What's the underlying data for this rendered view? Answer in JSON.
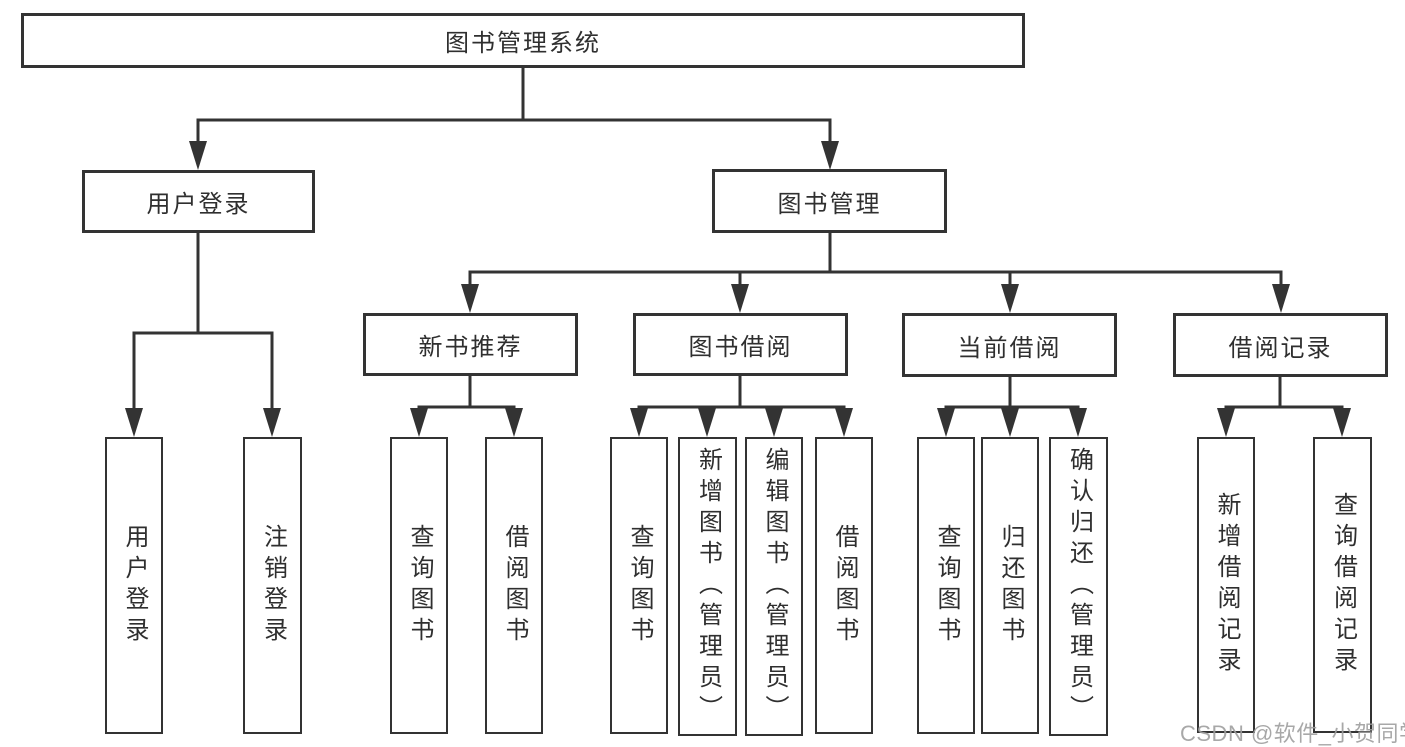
{
  "diagram": {
    "root": {
      "label": "图书管理系统"
    },
    "level2": [
      {
        "label": "用户登录"
      },
      {
        "label": "图书管理"
      }
    ],
    "level3": [
      {
        "label": "新书推荐",
        "parent": "图书管理"
      },
      {
        "label": "图书借阅",
        "parent": "图书管理"
      },
      {
        "label": "当前借阅",
        "parent": "图书管理"
      },
      {
        "label": "借阅记录",
        "parent": "图书管理"
      }
    ],
    "leaves": [
      {
        "label": "用户登录",
        "parent": "用户登录"
      },
      {
        "label": "注销登录",
        "parent": "用户登录"
      },
      {
        "label": "查询图书",
        "parent": "新书推荐"
      },
      {
        "label": "借阅图书",
        "parent": "新书推荐"
      },
      {
        "label": "查询图书",
        "parent": "图书借阅"
      },
      {
        "label": "新增图书（管理员）",
        "parent": "图书借阅"
      },
      {
        "label": "编辑图书（管理员）",
        "parent": "图书借阅"
      },
      {
        "label": "借阅图书",
        "parent": "图书借阅"
      },
      {
        "label": "查询图书",
        "parent": "当前借阅"
      },
      {
        "label": "归还图书",
        "parent": "当前借阅"
      },
      {
        "label": "确认归还（管理员）",
        "parent": "当前借阅"
      },
      {
        "label": "新增借阅记录",
        "parent": "借阅记录"
      },
      {
        "label": "查询借阅记录",
        "parent": "借阅记录"
      }
    ]
  },
  "watermark": "CSDN @软件_小贺同学",
  "colors": {
    "line": "#333333",
    "text": "#2f2f2f",
    "watermark": "#9e9e9e",
    "background": "#ffffff"
  }
}
